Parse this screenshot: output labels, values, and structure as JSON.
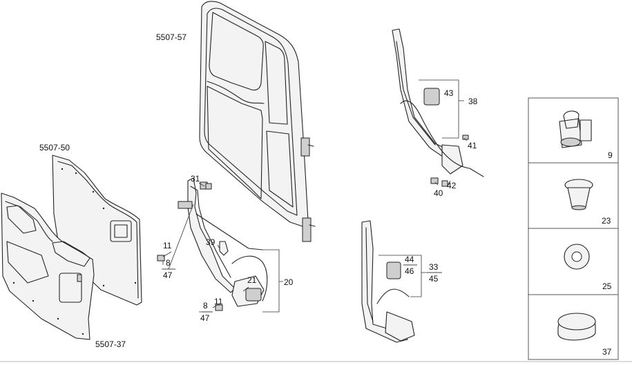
{
  "assembly_labels": {
    "door": "5507-57",
    "inner_trim": "5507-50",
    "door_panel": "5507-37"
  },
  "callouts": {
    "c31": "31",
    "c11a": "11",
    "c8a": "8",
    "c47a": "47",
    "c39": "39",
    "c21": "21",
    "c20": "20",
    "c11b": "11",
    "c8b": "8",
    "c47b": "47",
    "c43": "43",
    "c38": "38",
    "c41": "41",
    "c42": "42",
    "c40": "40",
    "c44": "44",
    "c46": "46",
    "c33": "33",
    "c45": "45"
  },
  "legend_items": [
    {
      "number": "9",
      "icon": "clip-icon"
    },
    {
      "number": "23",
      "icon": "plug-icon"
    },
    {
      "number": "25",
      "icon": "washer-icon"
    },
    {
      "number": "37",
      "icon": "cap-icon"
    }
  ]
}
